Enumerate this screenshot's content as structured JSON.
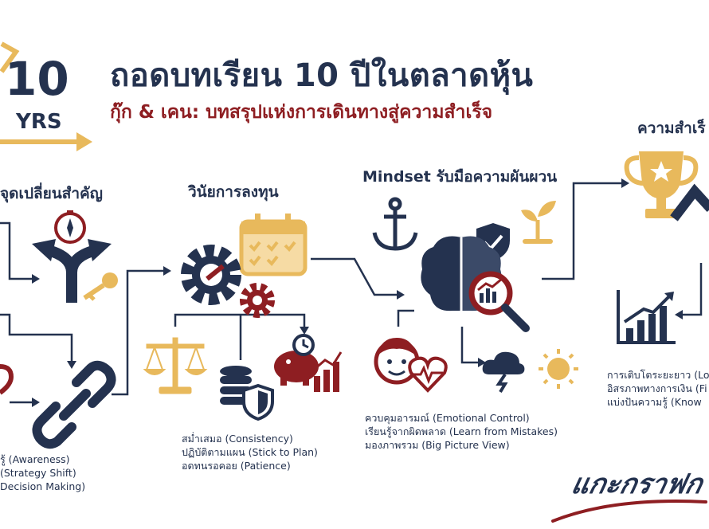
{
  "header": {
    "logo_number": "10",
    "logo_unit": "YRS",
    "title": "ถอดบทเรียน 10 ปีในตลาดหุ้น",
    "subtitle": "กุ๊ก & เคน: บทสรุปแห่งการเดินทางสู่ความสำเร็จ"
  },
  "sections": [
    {
      "title": "จุดเปลี่ยนสำคัญ",
      "bullets": [
        "รู้ (Awareness)",
        "(Strategy Shift)",
        "Decision Making)"
      ]
    },
    {
      "title": "วินัยการลงทุน",
      "bullets": [
        "สม่ำเสมอ (Consistency)",
        "ปฏิบัติตามแผน (Stick to Plan)",
        "อดทนรอคอย (Patience)"
      ]
    },
    {
      "title": "Mindset รับมือความผันผวน",
      "bullets": [
        "ควบคุมอารมณ์ (Emotional Control)",
        "เรียนรู้จากผิดพลาด (Learn from Mistakes)",
        "มองภาพรวม (Big Picture View)"
      ]
    },
    {
      "title": "ความสำเร็",
      "bullets": [
        "การเติบโตระยะยาว (Lo",
        "อิสรภาพทางการเงิน (Fi",
        "แบ่งปันความรู้ (Know"
      ]
    }
  ],
  "brand": "แกะกราฟก",
  "colors": {
    "navy": "#24324f",
    "maroon": "#8e1e22",
    "gold": "#e8b95c"
  },
  "icons": [
    "compass-icon",
    "fork-arrows-icon",
    "key-icon",
    "chain-link-icon",
    "gear-icon",
    "calendar-icon",
    "scales-icon",
    "coin-stack-icon",
    "shield-icon",
    "piggy-bank-icon",
    "clock-icon",
    "anchor-icon",
    "brain-icon",
    "magnifier-chart-icon",
    "sprout-icon",
    "face-icon",
    "heart-pulse-icon",
    "storm-cloud-icon",
    "sun-icon",
    "trophy-icon",
    "bar-chart-icon"
  ]
}
